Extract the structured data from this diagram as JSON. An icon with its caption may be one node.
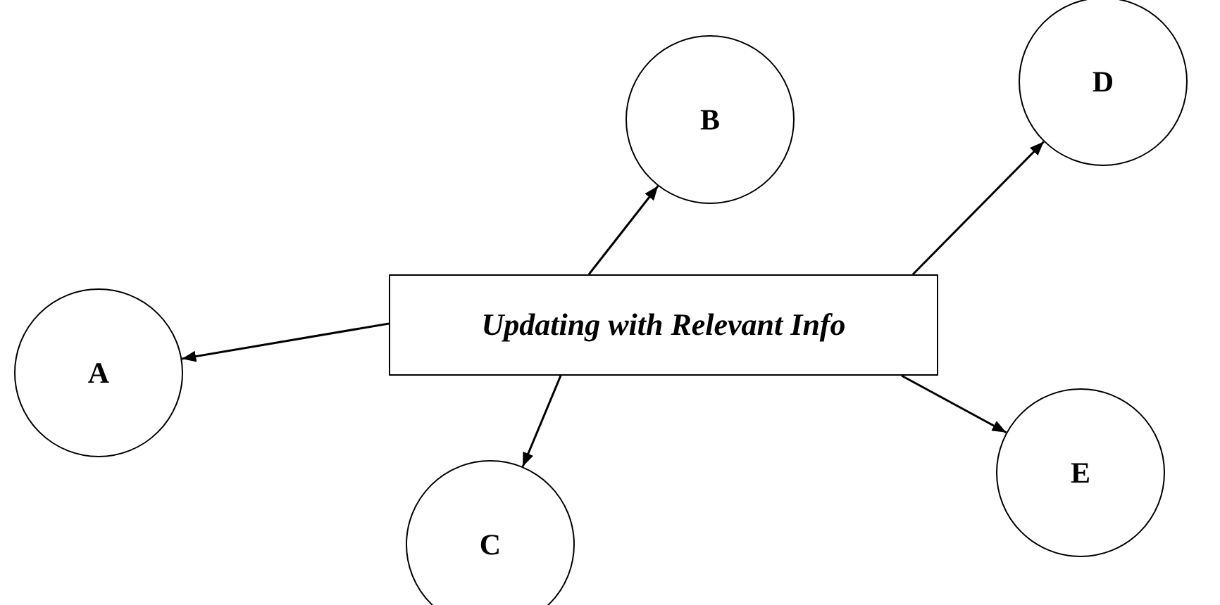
{
  "diagram": {
    "nodes": [
      {
        "text": [
          "Updating with Relevant Info"
        ]
      },
      {
        "text": [
          "A"
        ]
      },
      {
        "text": [
          "B"
        ]
      },
      {
        "text": [
          "C"
        ]
      },
      {
        "text": [
          "D"
        ]
      },
      {
        "text": [
          "E"
        ]
      }
    ],
    "edges": [
      {
        "from": 0,
        "to": 1,
        "arrow": "to"
      },
      {
        "from": 0,
        "to": 2,
        "arrow": "to"
      },
      {
        "from": 0,
        "to": 3,
        "arrow": "to"
      },
      {
        "from": 0,
        "to": 4,
        "arrow": "to"
      },
      {
        "from": 0,
        "to": 5,
        "arrow": "to"
      }
    ]
  }
}
